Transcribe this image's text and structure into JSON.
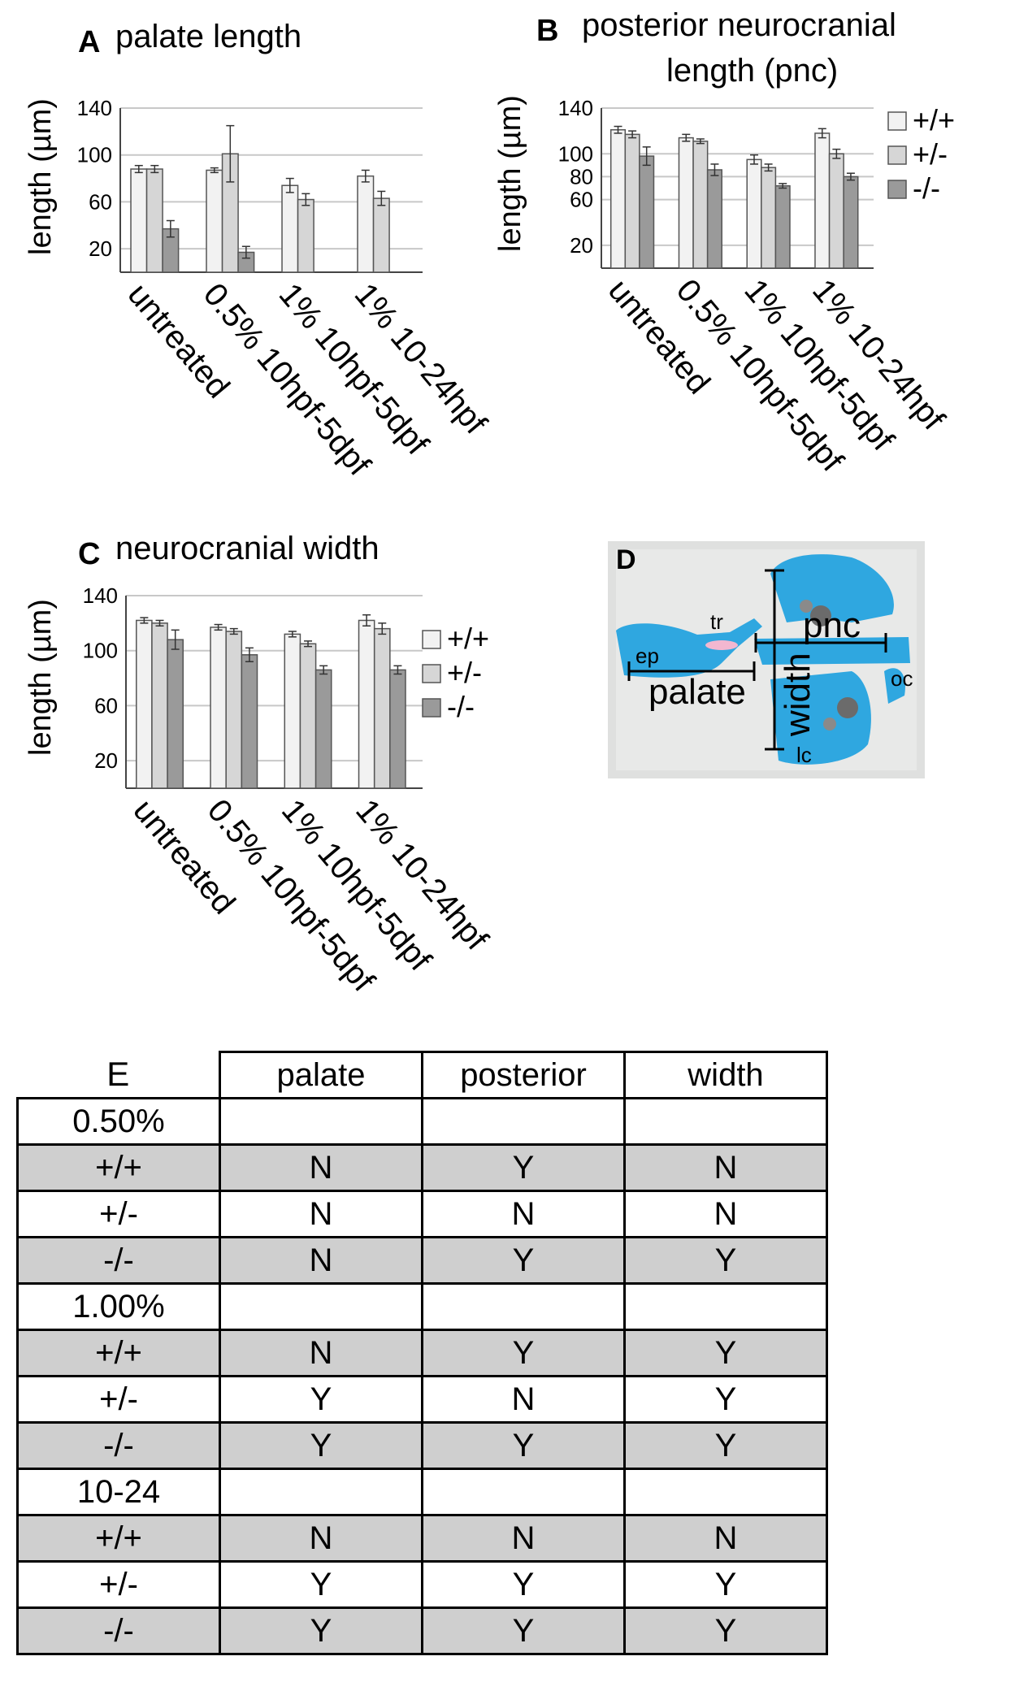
{
  "chart_data": [
    {
      "panel": "A",
      "type": "bar",
      "title": "palate length",
      "ylabel": "length (µm)",
      "ylim": [
        0,
        140
      ],
      "yticks": [
        20,
        60,
        100,
        140
      ],
      "categories": [
        "untreated",
        "0.5% 10hpf-5dpf",
        "1% 10hpf-5dpf",
        "1% 10-24hpf"
      ],
      "series": [
        {
          "name": "+/+",
          "color": "#f2f2f2",
          "values": [
            88,
            87,
            74,
            82
          ],
          "errors": [
            3,
            2,
            6,
            5
          ]
        },
        {
          "name": "+/-",
          "color": "#d6d6d6",
          "values": [
            88,
            101,
            62,
            63
          ],
          "errors": [
            3,
            24,
            5,
            6
          ]
        },
        {
          "name": "-/-",
          "color": "#9a9a9a",
          "values": [
            37,
            17,
            null,
            null
          ],
          "errors": [
            7,
            5,
            null,
            null
          ]
        }
      ],
      "legend": false,
      "grid": true
    },
    {
      "panel": "B",
      "type": "bar",
      "title": "posterior neurocranial length (pnc)",
      "ylabel": "length (µm)",
      "ylim": [
        0,
        140
      ],
      "yticks": [
        20,
        60,
        80,
        100,
        140
      ],
      "categories": [
        "untreated",
        "0.5% 10hpf-5dpf",
        "1% 10hpf-5dpf",
        "1% 10-24hpf"
      ],
      "series": [
        {
          "name": "+/+",
          "color": "#f2f2f2",
          "values": [
            121,
            114,
            95,
            118
          ],
          "errors": [
            3,
            3,
            4,
            4
          ]
        },
        {
          "name": "+/-",
          "color": "#d6d6d6",
          "values": [
            117,
            111,
            88,
            100
          ],
          "errors": [
            3,
            2,
            3,
            4
          ]
        },
        {
          "name": "-/-",
          "color": "#9a9a9a",
          "values": [
            98,
            86,
            72,
            80
          ],
          "errors": [
            8,
            5,
            2,
            3
          ]
        }
      ],
      "legend": true,
      "legend_position": "right"
    },
    {
      "panel": "C",
      "type": "bar",
      "title": "neurocranial width",
      "ylabel": "length (µm)",
      "ylim": [
        0,
        140
      ],
      "yticks": [
        20,
        60,
        100,
        140
      ],
      "categories": [
        "untreated",
        "0.5% 10hpf-5dpf",
        "1% 10hpf-5dpf",
        "1% 10-24hpf"
      ],
      "series": [
        {
          "name": "+/+",
          "color": "#f2f2f2",
          "values": [
            122,
            117,
            112,
            122
          ],
          "errors": [
            2,
            2,
            2,
            4
          ]
        },
        {
          "name": "+/-",
          "color": "#d6d6d6",
          "values": [
            120,
            114,
            105,
            116
          ],
          "errors": [
            2,
            2,
            2,
            4
          ]
        },
        {
          "name": "-/-",
          "color": "#9a9a9a",
          "values": [
            108,
            97,
            86,
            86
          ],
          "errors": [
            7,
            5,
            3,
            3
          ]
        }
      ],
      "legend": true,
      "legend_position": "right",
      "grid": true
    }
  ],
  "panel_d": {
    "letter": "D",
    "labels": {
      "tr": "tr",
      "pnc": "pnc",
      "ep": "ep",
      "palate": "palate",
      "width": "width",
      "oc": "oc",
      "lc": "lc"
    }
  },
  "table_e": {
    "letter": "E",
    "headers": [
      "palate",
      "posterior",
      "width"
    ],
    "rows": [
      {
        "label": "0.50%",
        "cells": [
          "",
          "",
          ""
        ],
        "group": true
      },
      {
        "label": "+/+",
        "cells": [
          "N",
          "Y",
          "N"
        ]
      },
      {
        "label": "+/-",
        "cells": [
          "N",
          "N",
          "N"
        ]
      },
      {
        "label": "-/-",
        "cells": [
          "N",
          "Y",
          "Y"
        ]
      },
      {
        "label": "1.00%",
        "cells": [
          "",
          "",
          ""
        ],
        "group": true
      },
      {
        "label": "+/+",
        "cells": [
          "N",
          "Y",
          "Y"
        ]
      },
      {
        "label": "+/-",
        "cells": [
          "Y",
          "N",
          "Y"
        ]
      },
      {
        "label": "-/-",
        "cells": [
          "Y",
          "Y",
          "Y"
        ]
      },
      {
        "label": "10-24",
        "cells": [
          "",
          "",
          ""
        ],
        "group": true
      },
      {
        "label": "+/+",
        "cells": [
          "N",
          "N",
          "N"
        ]
      },
      {
        "label": "+/-",
        "cells": [
          "Y",
          "Y",
          "Y"
        ]
      },
      {
        "label": "-/-",
        "cells": [
          "Y",
          "Y",
          "Y"
        ]
      }
    ]
  }
}
